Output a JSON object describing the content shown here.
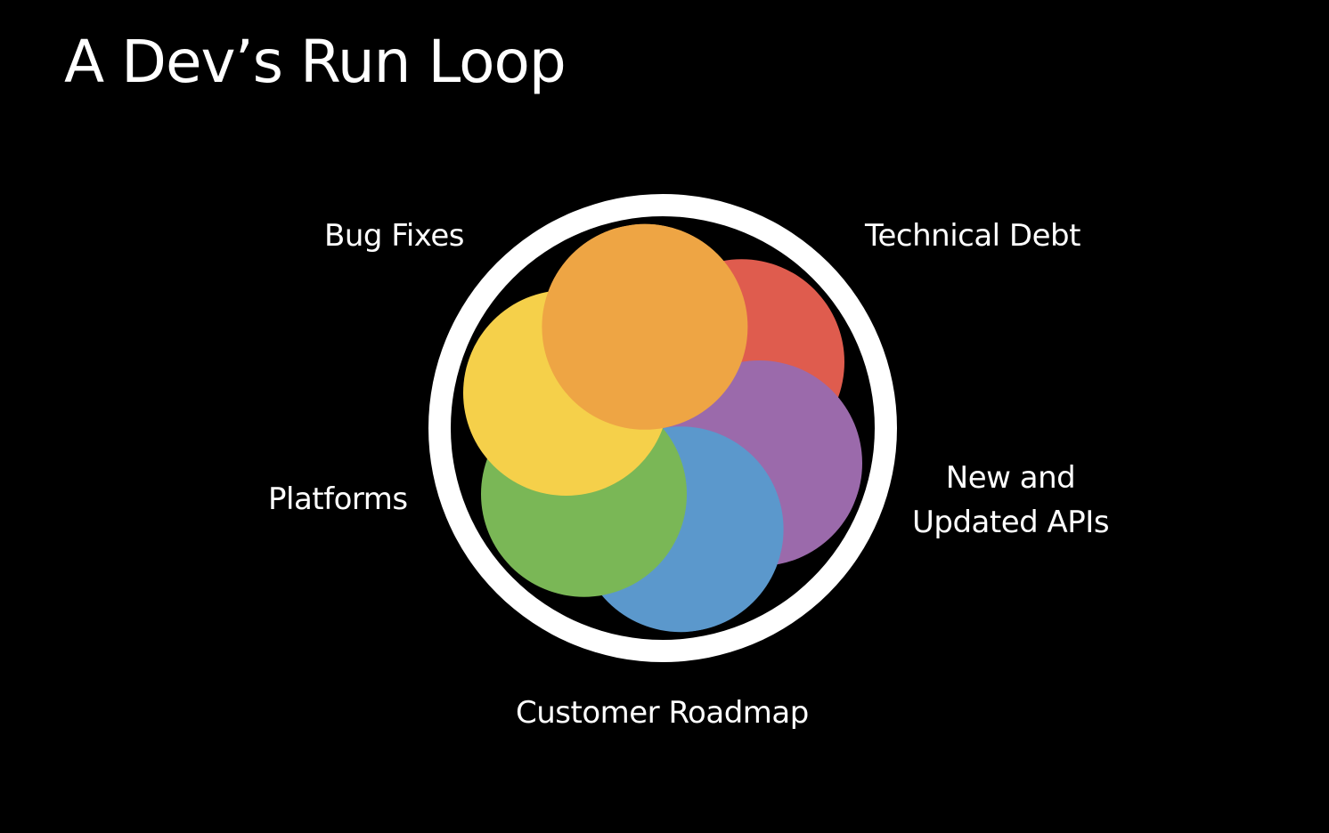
{
  "title": "A Dev’s Run Loop",
  "colors": {
    "background": "#000000",
    "ring": "#ffffff",
    "slices": [
      "#df5c4e",
      "#9b6aab",
      "#5b98cc",
      "#7ab756",
      "#f5d04a",
      "#eea544"
    ]
  },
  "labels": {
    "bug_fixes": "Bug Fixes",
    "technical_debt": "Technical Debt",
    "platforms": "Platforms",
    "new_apis_line1": "New and",
    "new_apis_line2": "Updated APIs",
    "customer_roadmap": "Customer Roadmap"
  }
}
